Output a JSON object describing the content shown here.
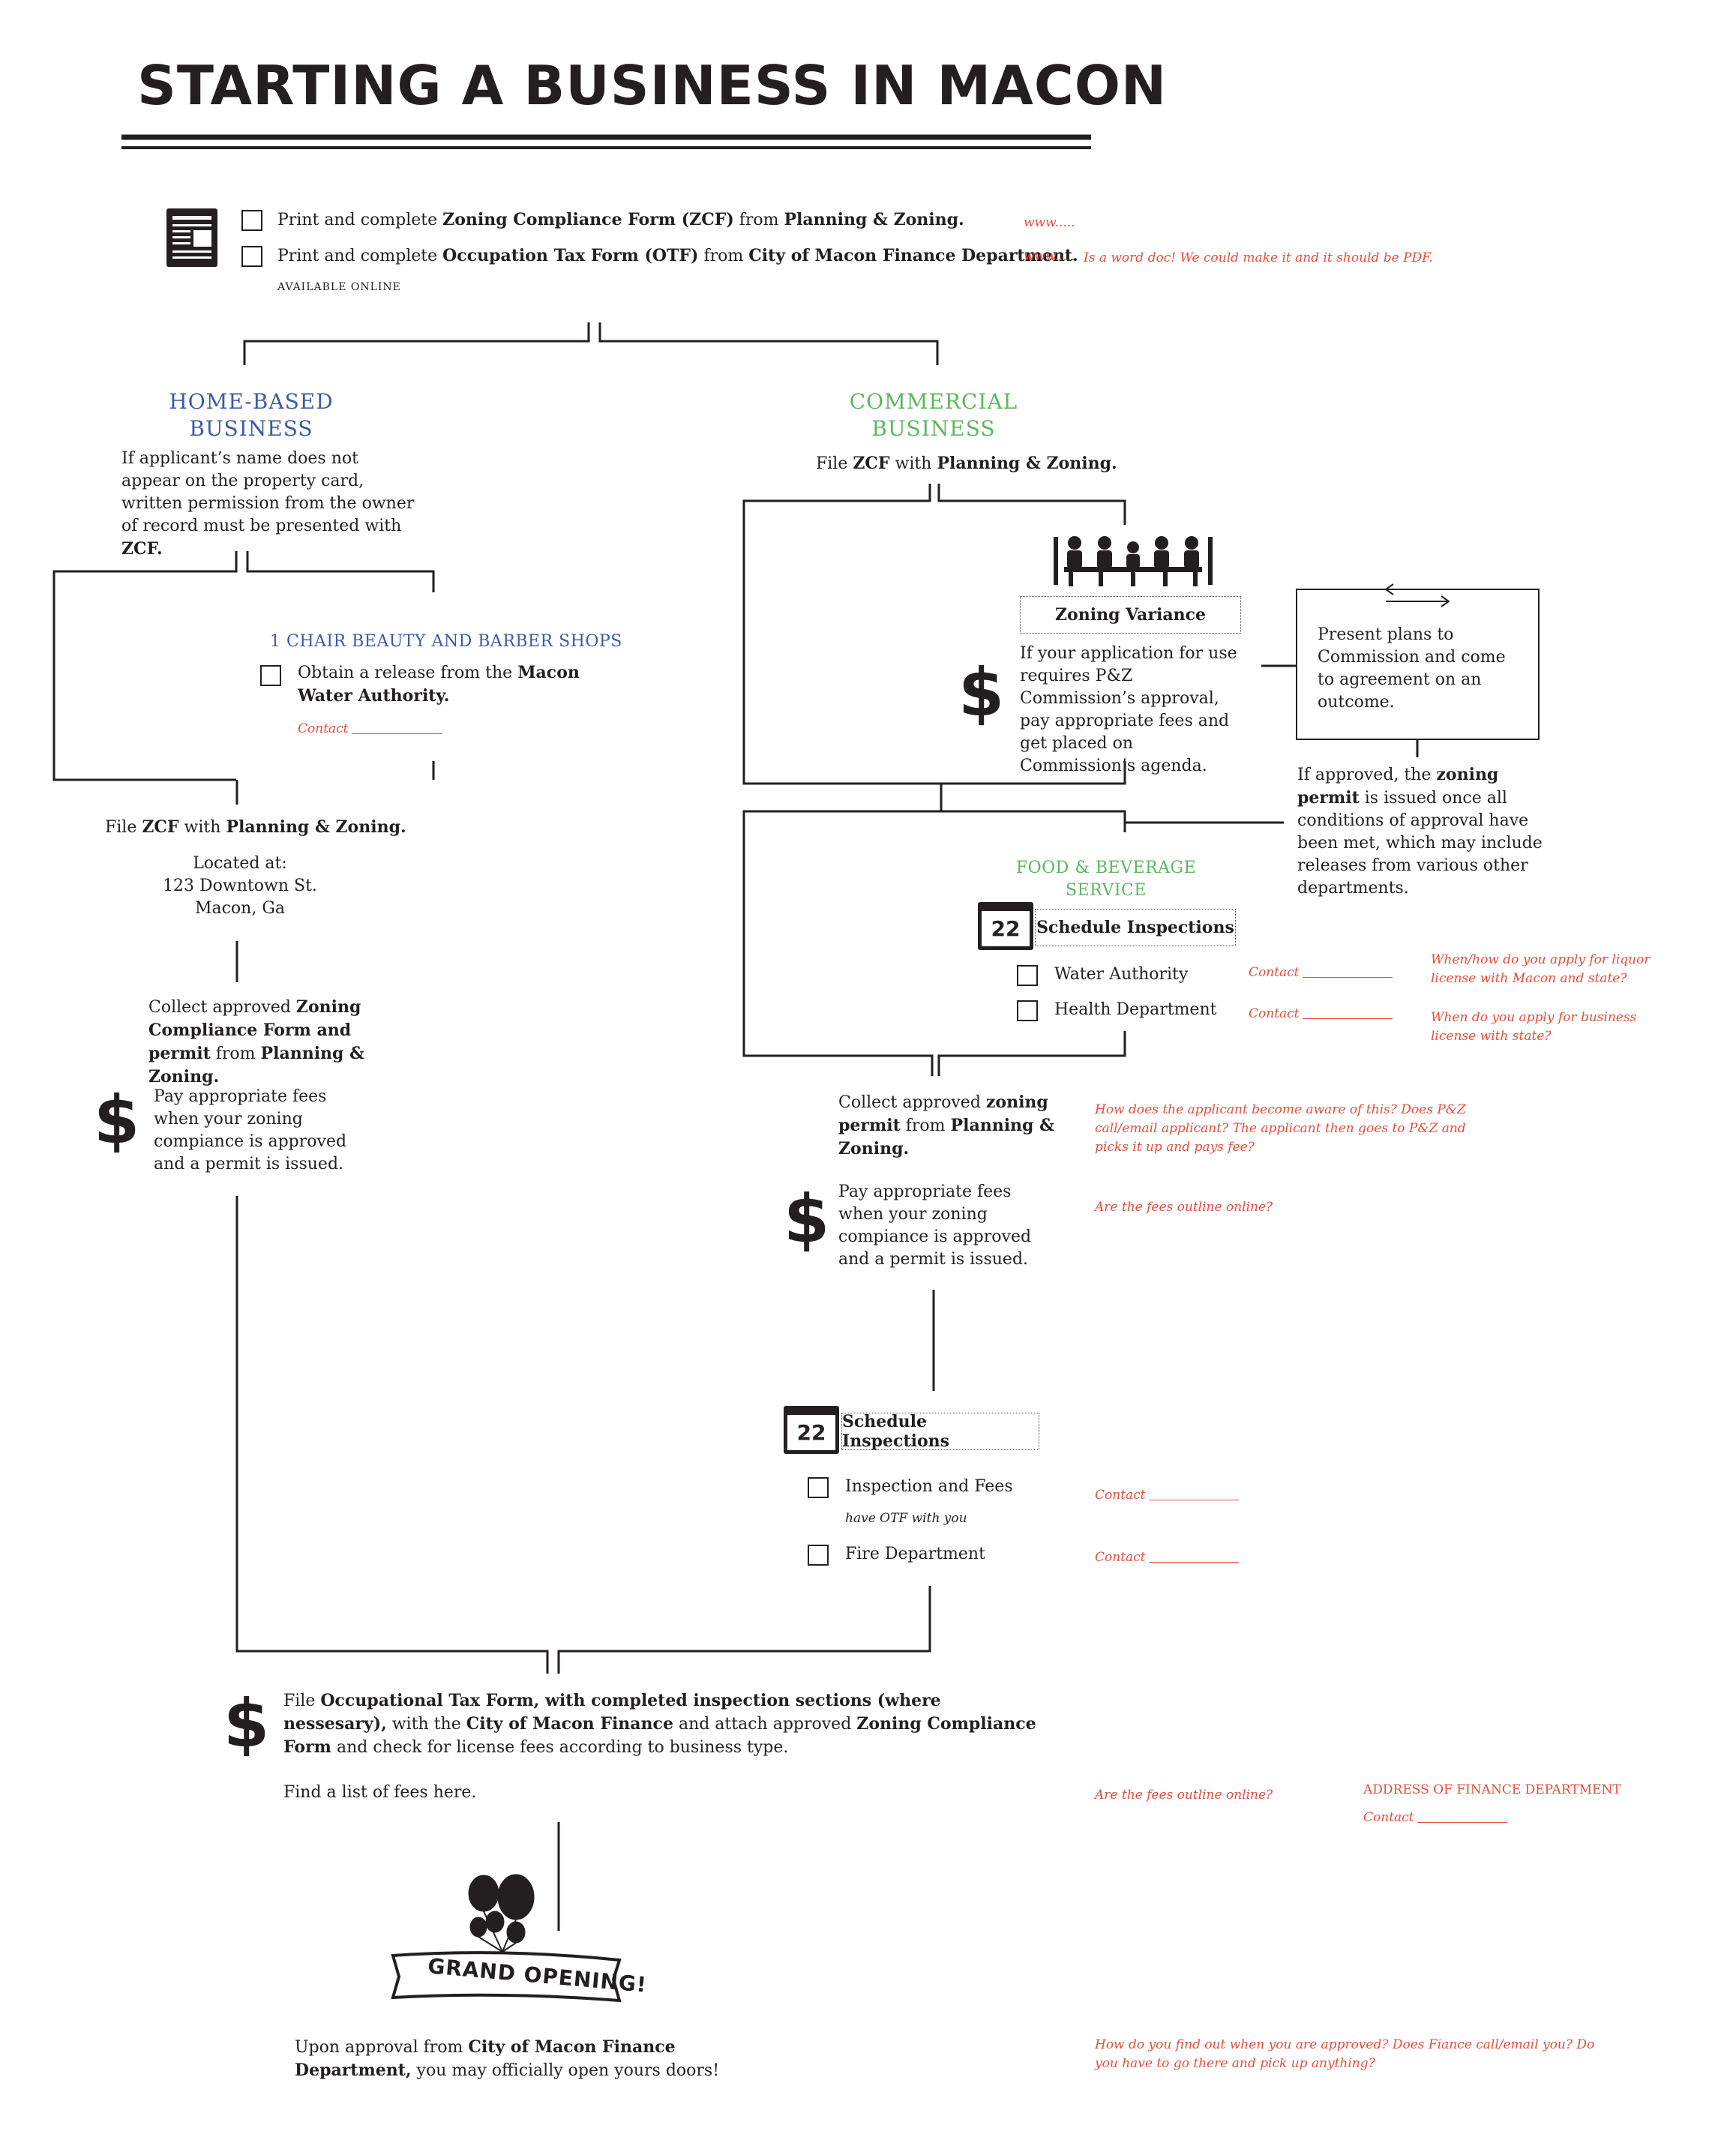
{
  "title": "STARTING A BUSINESS IN MACON",
  "intro": {
    "item1_pre": "Print and complete ",
    "item1_bold1": "Zoning Compliance Form (ZCF)",
    "item1_mid": " from ",
    "item1_bold2": "Planning & Zoning.",
    "item2_pre": "Print and complete ",
    "item2_bold1": "Occupation Tax Form (OTF)",
    "item2_mid": " from ",
    "item2_bold2": "City of Macon Finance Department.",
    "available": "AVAILABLE ONLINE",
    "www1": "www.....",
    "www2": "www.....",
    "note": "Is a word doc! We could make it and it should be PDF.",
    "icon": "document-icon"
  },
  "home": {
    "heading_line1": "HOME-BASED",
    "heading_line2": "BUSINESS",
    "desc_pre": "If applicant’s name does not appear on the property card, written permission from the owner of record must be presented with ",
    "desc_bold": "ZCF.",
    "beauty_heading": "1 CHAIR BEAUTY AND BARBER SHOPS",
    "beauty_pre": "Obtain a release from the ",
    "beauty_bold": "Macon Water Authority.",
    "beauty_contact": "Contact",
    "file_pre": "File ",
    "file_bold1": "ZCF",
    "file_mid": " with ",
    "file_bold2": "Planning & Zoning.",
    "located_line1": "Located at:",
    "located_line2": "123 Downtown St.",
    "located_line3": "Macon, Ga",
    "collect_pre": "Collect approved ",
    "collect_bold1": "Zoning Compliance Form and permit",
    "collect_mid": " from ",
    "collect_bold2": "Planning & Zoning.",
    "fees": "Pay appropriate fees when your zoning compiance is approved and a permit is issued."
  },
  "commercial": {
    "heading_line1": "COMMERCIAL",
    "heading_line2": "BUSINESS",
    "file_pre": "File ",
    "file_bold1": "ZCF",
    "file_mid": " with ",
    "file_bold2": "Planning & Zoning.",
    "variance_label": "Zoning Variance",
    "variance_desc": "If your application for use requires P&Z Commission’s approval, pay appropriate fees and get placed on Commission’s agenda.",
    "present_plans": "Present plans to Commission and come to agreement on an outcome.",
    "approved_pre": "If approved, the ",
    "approved_bold": "zoning permit",
    "approved_post": " is issued once all conditions of approval have been met, which may include releases from various other departments.",
    "food_line1": "FOOD & BEVERAGE",
    "food_line2": "SERVICE",
    "schedule1": "Schedule Inspections",
    "cal1": "22",
    "water": "Water Authority",
    "health": "Health Department",
    "contact1": "Contact",
    "contact2": "Contact",
    "q_liquor": "When/how do you apply for liquor license with Macon and  state?",
    "q_business": "When do you apply for business license with state?",
    "collect_pre": "Collect approved ",
    "collect_bold1": "zoning permit",
    "collect_mid": " from ",
    "collect_bold2": "Planning & Zoning.",
    "q_aware": "How does the applicant become aware of this? Does P&Z call/email applicant? The applicant then goes to P&Z and picks it up and pays fee?",
    "fees": "Pay appropriate fees when your zoning compiance is approved and a permit is issued.",
    "q_fees": "Are the fees outline online?",
    "schedule2": "Schedule Inspections",
    "cal2": "22",
    "inspection": "Inspection and Fees",
    "inspection_note": "have OTF with you",
    "fire": "Fire Department",
    "contact3": "Contact",
    "contact4": "Contact"
  },
  "final": {
    "file_pre": "File ",
    "file_bold1": "Occupational Tax Form, with completed inspection sections (where nessesary),",
    "file_mid1": " with the ",
    "file_bold2": "City of Macon Finance",
    "file_mid2": " and attach approved ",
    "file_bold3": "Zoning Compliance Form",
    "file_post": " and check for license fees according to business type.",
    "find_fees": "Find a list of fees here.",
    "q_fees": "Are the fees outline online?",
    "address": "ADDRESS OF FINANCE DEPARTMENT",
    "contact": "Contact",
    "grand_opening": "GRAND OPENING!",
    "upon_pre": "Upon approval from ",
    "upon_bold": "City of Macon Finance Department,",
    "upon_post": " you may officially open yours doors!",
    "q_approved": "How do you find out when you are approved? Does Fiance call/email you? Do you have to go there and pick up anything?"
  },
  "colors": {
    "ink": "#231f20",
    "blue": "#3b5ba9",
    "green": "#5cb85c",
    "red": "#e74c3c"
  }
}
